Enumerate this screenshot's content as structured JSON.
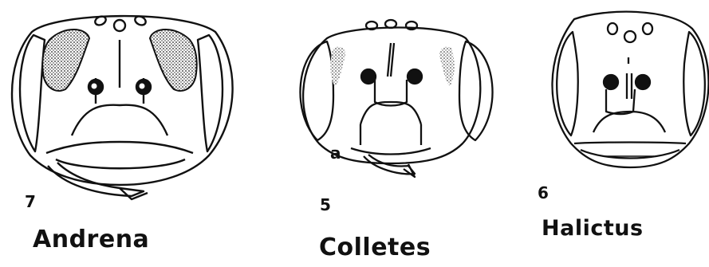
{
  "figure": {
    "heads": [
      {
        "number": "7",
        "genus": "Andrena"
      },
      {
        "number": "5",
        "genus": "Colletes",
        "part_label": "a"
      },
      {
        "number": "6",
        "genus": "Halictus"
      }
    ]
  },
  "colors": {
    "ink": "#111111",
    "paper": "#ffffff"
  },
  "icons": [
    "bee-head-andrena",
    "bee-head-colletes",
    "bee-head-halictus"
  ]
}
